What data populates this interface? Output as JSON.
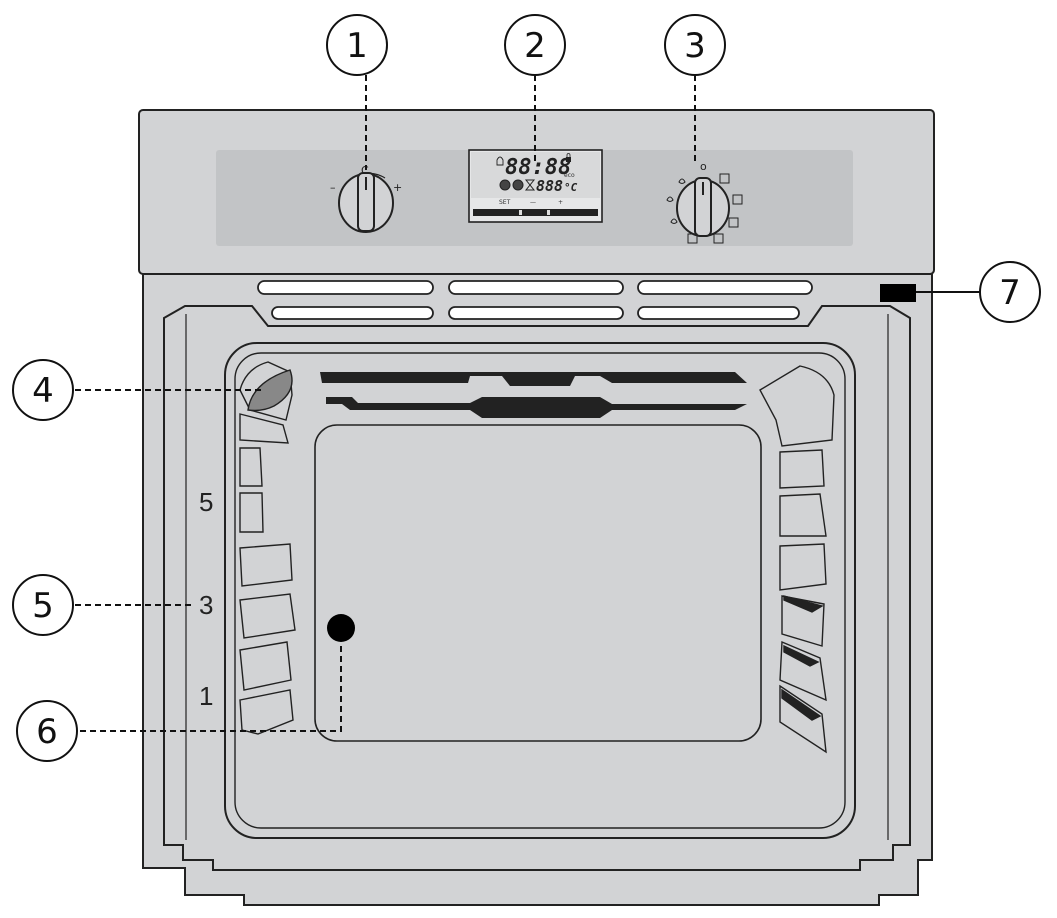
{
  "callouts": [
    {
      "id": "1",
      "label": "1"
    },
    {
      "id": "2",
      "label": "2"
    },
    {
      "id": "3",
      "label": "3"
    },
    {
      "id": "4",
      "label": "4"
    },
    {
      "id": "5",
      "label": "5"
    },
    {
      "id": "6",
      "label": "6"
    },
    {
      "id": "7",
      "label": "7"
    }
  ],
  "shelf_levels": [
    "5",
    "3",
    "1"
  ],
  "display": {
    "top_digits": "88:88",
    "bottom_digits": "888",
    "unit": "°C",
    "set_label": "SET",
    "minus_label": "—",
    "plus_label": "+",
    "eco_label": "eco"
  },
  "knob_left": {
    "minus": "–",
    "plus": "+",
    "top_symbol": "C"
  },
  "knob_right": {
    "top_symbol": "o"
  },
  "colors": {
    "body": "#d2d3d5",
    "panel": "#c2c4c6",
    "outline": "#222222",
    "lamp": "#888888",
    "indicator": "#000000"
  }
}
